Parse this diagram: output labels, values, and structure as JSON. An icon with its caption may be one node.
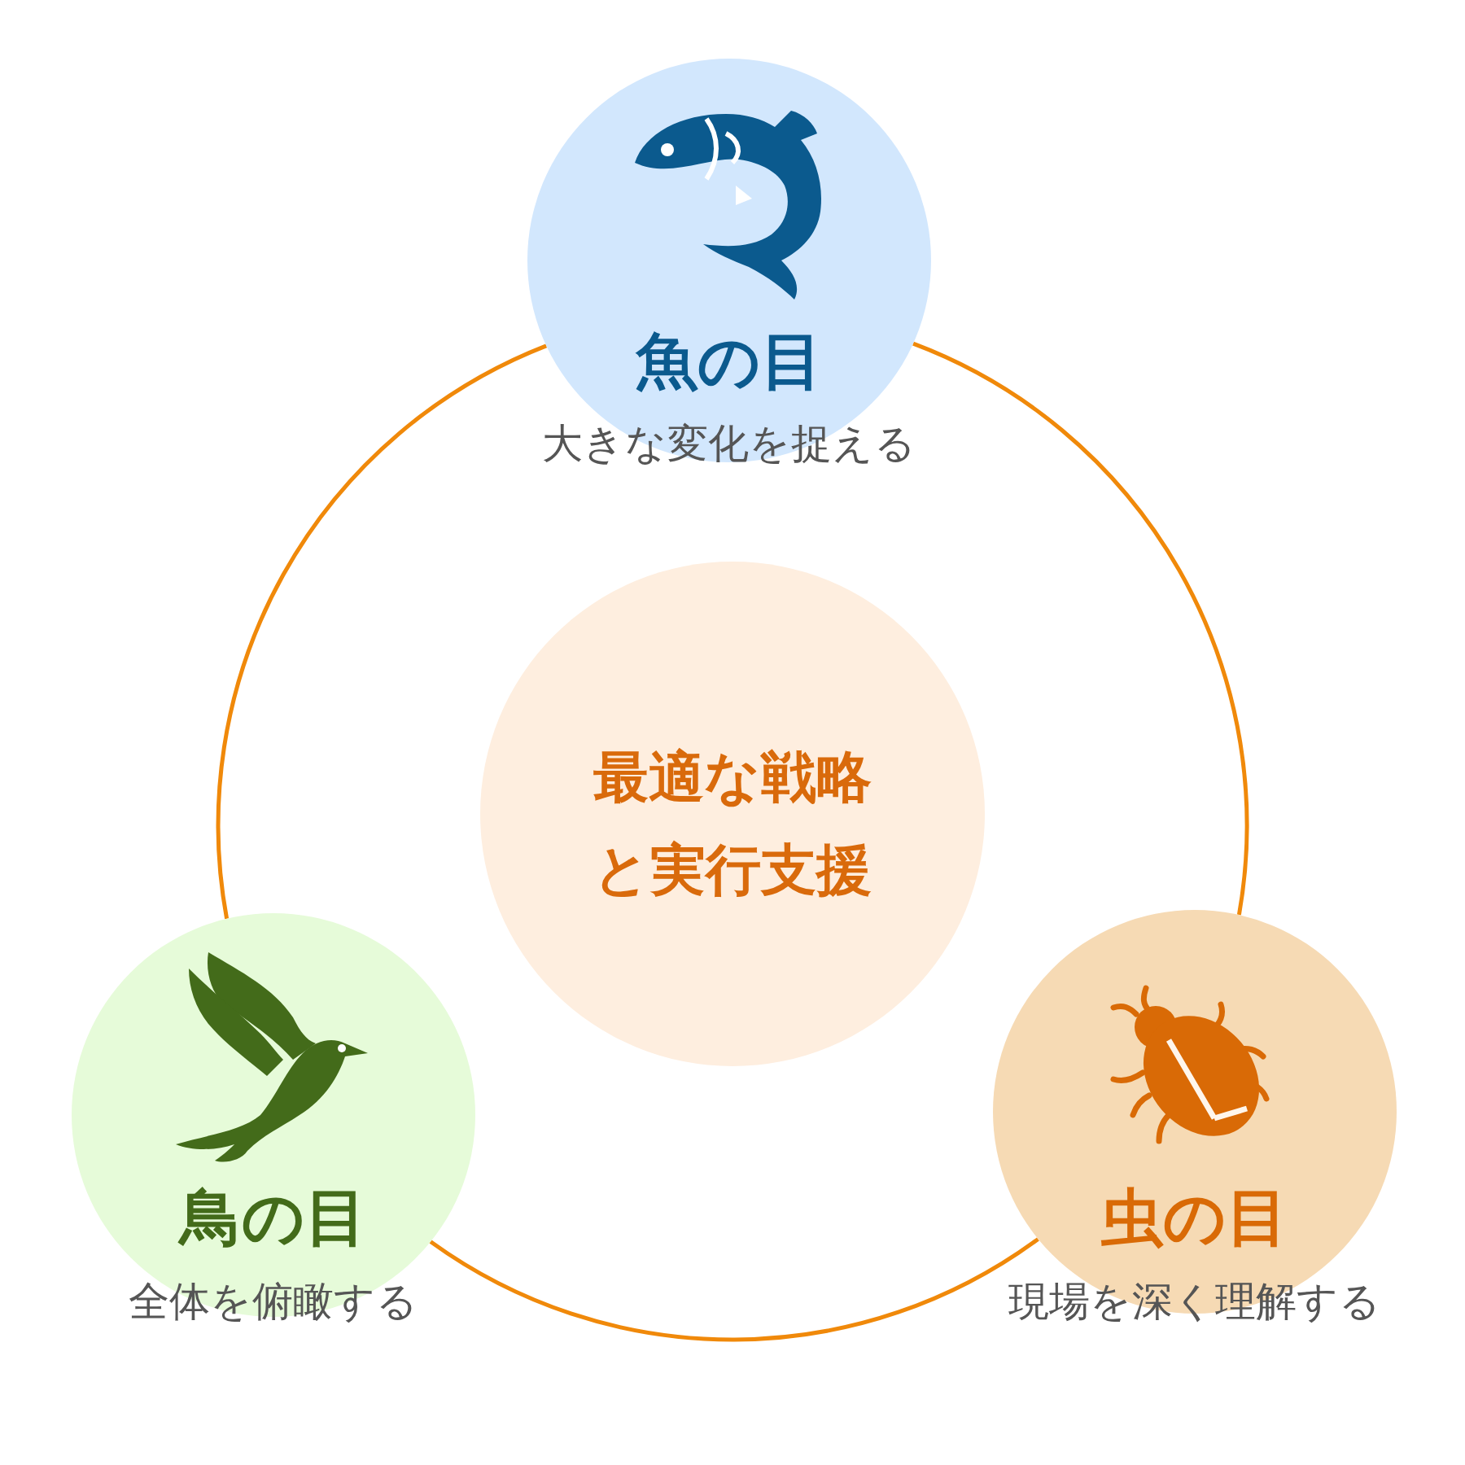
{
  "diagram": {
    "nodes": [
      {
        "text": [
          "魚の目",
          "大きな変化を捉える"
        ]
      },
      {
        "text": [
          "最適な戦略と実行支援"
        ]
      },
      {
        "text": [
          "鳥の目",
          "全体を俯瞰する"
        ]
      },
      {
        "text": [
          "虫の目",
          "現場を深く理解する"
        ]
      }
    ],
    "edges": [
      {
        "from": 0,
        "to": 3,
        "arrow": "none"
      },
      {
        "from": 3,
        "to": 2,
        "arrow": "none"
      },
      {
        "from": 2,
        "to": 0,
        "arrow": "none"
      }
    ]
  }
}
